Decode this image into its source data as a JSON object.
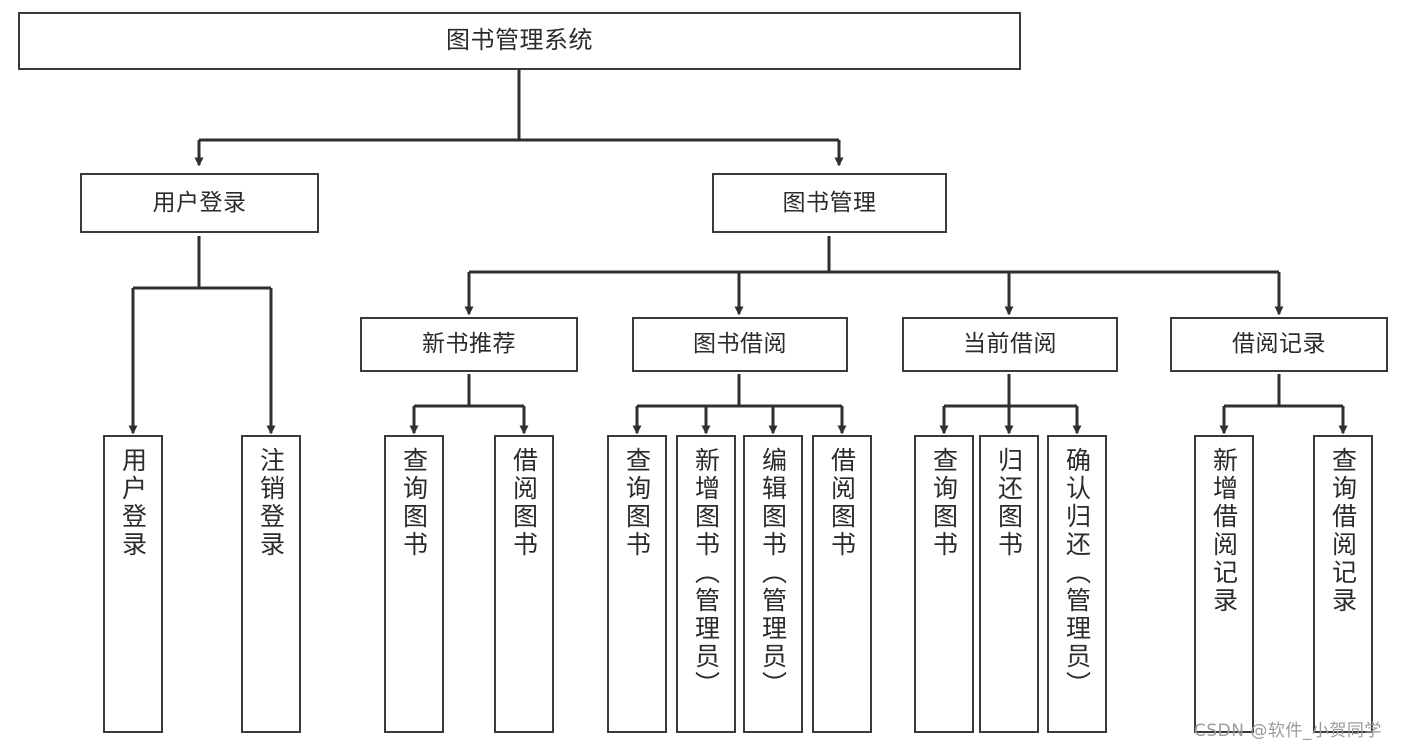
{
  "diagram": {
    "title": "图书管理系统",
    "type": "tree",
    "stroke_color": "#3a3a3a",
    "text_color": "#2b2b2b",
    "background_color": "#ffffff"
  },
  "root": {
    "label": "图书管理系统"
  },
  "level1": [
    {
      "id": "user-login",
      "label": "用户登录"
    },
    {
      "id": "book-manage",
      "label": "图书管理"
    }
  ],
  "level2": [
    {
      "id": "new-book-recommend",
      "label": "新书推荐"
    },
    {
      "id": "book-borrow",
      "label": "图书借阅"
    },
    {
      "id": "current-borrow",
      "label": "当前借阅"
    },
    {
      "id": "borrow-record",
      "label": "借阅记录"
    }
  ],
  "leaves": {
    "user_login": [
      {
        "id": "leaf-user-login",
        "label": "用户登录"
      },
      {
        "id": "leaf-logout-login",
        "label": "注销登录"
      }
    ],
    "new_book_recommend": [
      {
        "id": "leaf-query-book-1",
        "label": "查询图书"
      },
      {
        "id": "leaf-borrow-book-1",
        "label": "借阅图书"
      }
    ],
    "book_borrow": [
      {
        "id": "leaf-query-book-2",
        "label": "查询图书"
      },
      {
        "id": "leaf-add-book",
        "label": "新增图书（管理员）"
      },
      {
        "id": "leaf-edit-book",
        "label": "编辑图书（管理员）"
      },
      {
        "id": "leaf-borrow-book-2",
        "label": "借阅图书"
      }
    ],
    "current_borrow": [
      {
        "id": "leaf-query-book-3",
        "label": "查询图书"
      },
      {
        "id": "leaf-return-book",
        "label": "归还图书"
      },
      {
        "id": "leaf-confirm-return",
        "label": "确认归还（管理员）"
      }
    ],
    "borrow_record": [
      {
        "id": "leaf-add-record",
        "label": "新增借阅记录"
      },
      {
        "id": "leaf-query-record",
        "label": "查询借阅记录"
      }
    ]
  },
  "watermark": {
    "text": "CSDN @软件_小贺同学"
  }
}
